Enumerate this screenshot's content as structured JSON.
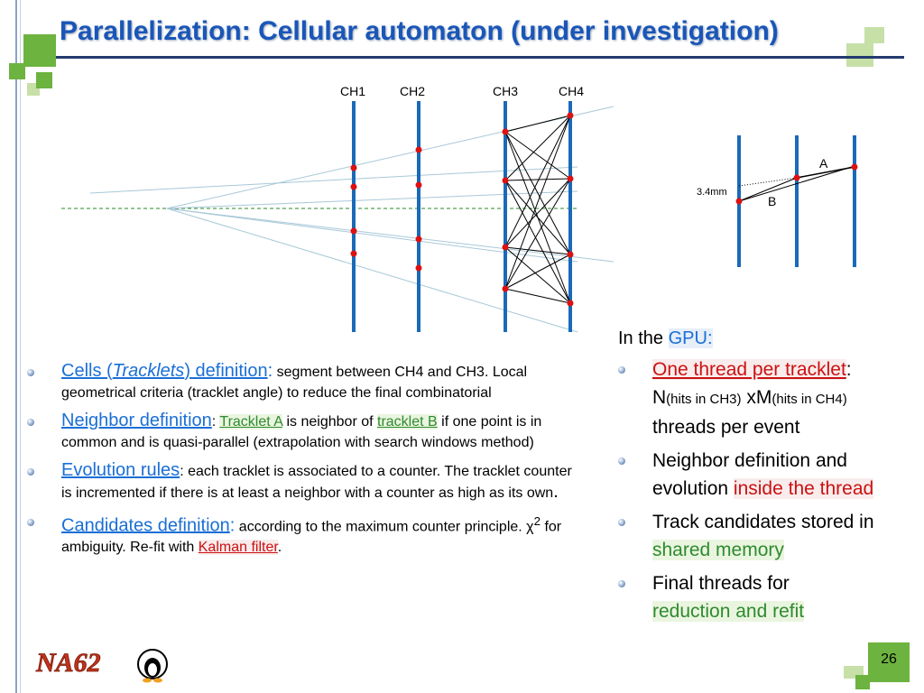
{
  "title": "Parallelization: Cellular automaton (under investigation)",
  "diagram": {
    "chamber_labels": [
      "CH1",
      "CH2",
      "CH3",
      "CH4"
    ],
    "inset_label_a": "A",
    "inset_label_b": "B",
    "inset_distance": "3.4mm"
  },
  "bullets": [
    {
      "head_pre": "Cells (",
      "head_italic": "Tracklets",
      "head_post": ") definition",
      "sep": ":",
      "body": " segment between CH4 and CH3. Local geometrical criteria (tracklet angle) to reduce the final combinatorial"
    },
    {
      "head": "Neighbor definition",
      "sep": ": ",
      "tracklet_a": "Tracklet A",
      "mid": " is neighbor of ",
      "tracklet_b": "tracklet B",
      "body": " if one point is in common and is quasi-parallel (extrapolation with search windows method)"
    },
    {
      "head": "Evolution rules",
      "sep": ":",
      "body": " each tracklet is associated to a counter. The tracklet counter is incremented if there is at least a neighbor with a counter as high as its own",
      "end": "."
    },
    {
      "head": "Candidates definition",
      "sep": ":",
      "body_pre": " according to the maximum counter principle. ",
      "chi": "χ",
      "sup": "2",
      "body_mid": " for ambiguity. Re-fit with ",
      "kalman": "Kalman filter",
      "end": "."
    }
  ],
  "right": {
    "heading_pre": "In the ",
    "heading_gpu": "GPU:",
    "items": [
      {
        "red": "One thread per tracklet",
        "colon": ":",
        "n": "N",
        "n_sub": "(hits in CH3)",
        "xm": " xM",
        "m_sub": "(hits in CH4)",
        "rest": " threads per event"
      },
      {
        "text": "Neighbor definition and evolution ",
        "red": "inside the thread"
      },
      {
        "text": "Track candidates stored in ",
        "green": "shared memory"
      },
      {
        "text": "Final threads for ",
        "green": "reduction and refit"
      }
    ]
  },
  "page_number": "26",
  "logo_text": "NA62",
  "colors": {
    "title": "#1a56b8",
    "heading_blue": "#1a6fd6",
    "green": "#2e8b2e",
    "red": "#cc1111",
    "accent_green": "#6db33f"
  }
}
